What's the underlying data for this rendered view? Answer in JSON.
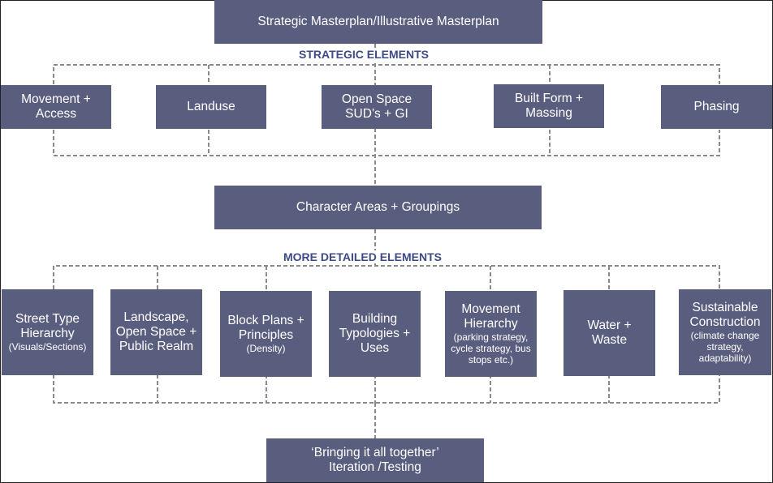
{
  "top": {
    "label": "Strategic Masterplan/Illustrative Masterplan"
  },
  "strategic": {
    "heading": "STRATEGIC ELEMENTS",
    "items": [
      {
        "line1": "Movement +",
        "line2": "Access"
      },
      {
        "line1": "Landuse",
        "line2": ""
      },
      {
        "line1": "Open Space",
        "line2": "SUD’s + GI"
      },
      {
        "line1": "Built Form +",
        "line2": "Massing"
      },
      {
        "line1": "Phasing",
        "line2": ""
      }
    ]
  },
  "middle": {
    "label": "Character Areas + Groupings"
  },
  "detailed": {
    "heading": "MORE DETAILED ELEMENTS",
    "items": [
      {
        "l1": "Street Type",
        "l2": "Hierarchy",
        "l3": "",
        "sub": "(Visuals/Sections)"
      },
      {
        "l1": "Landscape,",
        "l2": "Open Space +",
        "l3": "Public Realm",
        "sub": ""
      },
      {
        "l1": "Block Plans +",
        "l2": "Principles",
        "l3": "",
        "sub": "(Density)"
      },
      {
        "l1": "Building",
        "l2": "Typologies +",
        "l3": "Uses",
        "sub": ""
      },
      {
        "l1": "Movement",
        "l2": "Hierarchy",
        "l3": "",
        "sub": "(parking strategy, cycle strategy, bus stops etc.)"
      },
      {
        "l1": "Water +",
        "l2": "Waste",
        "l3": "",
        "sub": ""
      },
      {
        "l1": "Sustainable",
        "l2": "Construction",
        "l3": "",
        "sub": "(climate change strategy, adaptability)"
      }
    ]
  },
  "bottom": {
    "line1": "‘Bringing it all together’",
    "line2": "Iteration /Testing"
  }
}
